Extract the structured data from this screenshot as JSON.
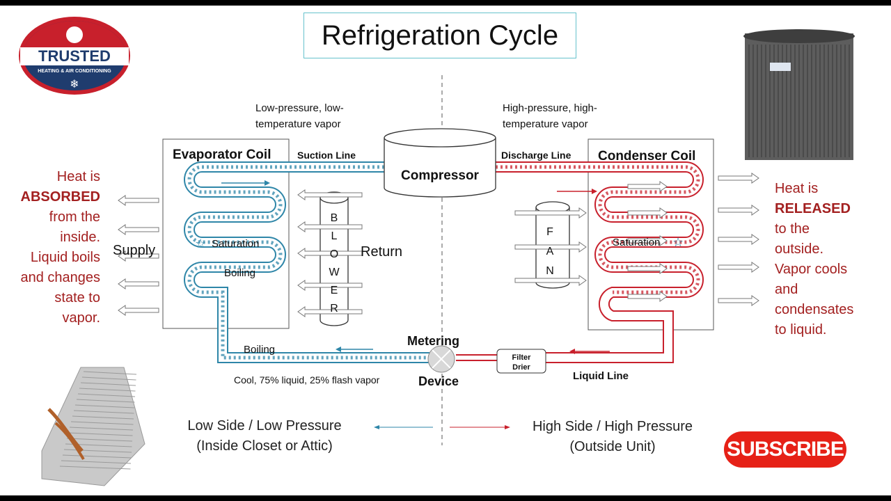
{
  "title": "Refrigeration Cycle",
  "logo": {
    "line1": "TRUSTED",
    "line2": "HEATING & AIR CONDITIONING"
  },
  "left_panel": {
    "lines": [
      "Heat is",
      "ABSORBED",
      "from the",
      "inside.",
      "Liquid boils",
      "and changes",
      "state to",
      "vapor."
    ]
  },
  "right_panel": {
    "lines": [
      "Heat is",
      "RELEASED",
      "to the",
      "outside.",
      "Vapor cools",
      "and",
      "condensates",
      "to liquid."
    ]
  },
  "labels": {
    "suction_vapor_1": "Low-pressure, low-",
    "suction_vapor_2": "temperature vapor",
    "discharge_vapor_1": "High-pressure, high-",
    "discharge_vapor_2": "temperature vapor",
    "evaporator": "Evaporator Coil",
    "condenser": "Condenser Coil",
    "suction_line": "Suction Line",
    "discharge_line": "Discharge Line",
    "compressor": "Compressor",
    "blower_letters": [
      "B",
      "L",
      "O",
      "W",
      "E",
      "R"
    ],
    "fan_letters": [
      "F",
      "A",
      "N"
    ],
    "supply": "Supply",
    "return": "Return",
    "saturation_left": "Saturation",
    "saturation_right": "Saturation",
    "boiling_inner": "Boiling",
    "boiling_outer": "Boiling",
    "metering": "Metering",
    "device": "Device",
    "filter_1": "Filter",
    "filter_2": "Drier",
    "liquid_line": "Liquid Line",
    "flash_note": "Cool, 75% liquid, 25% flash vapor"
  },
  "bottom": {
    "low_1": "Low Side / Low Pressure",
    "low_2": "(Inside Closet or Attic)",
    "high_1": "High Side / High Pressure",
    "high_2": "(Outside Unit)"
  },
  "subscribe": "SUBSCRIBE",
  "colors": {
    "low_side": "#2e86a8",
    "high_side": "#c8202c",
    "heat_text": "#a32020",
    "title_border": "#66c2cc"
  }
}
